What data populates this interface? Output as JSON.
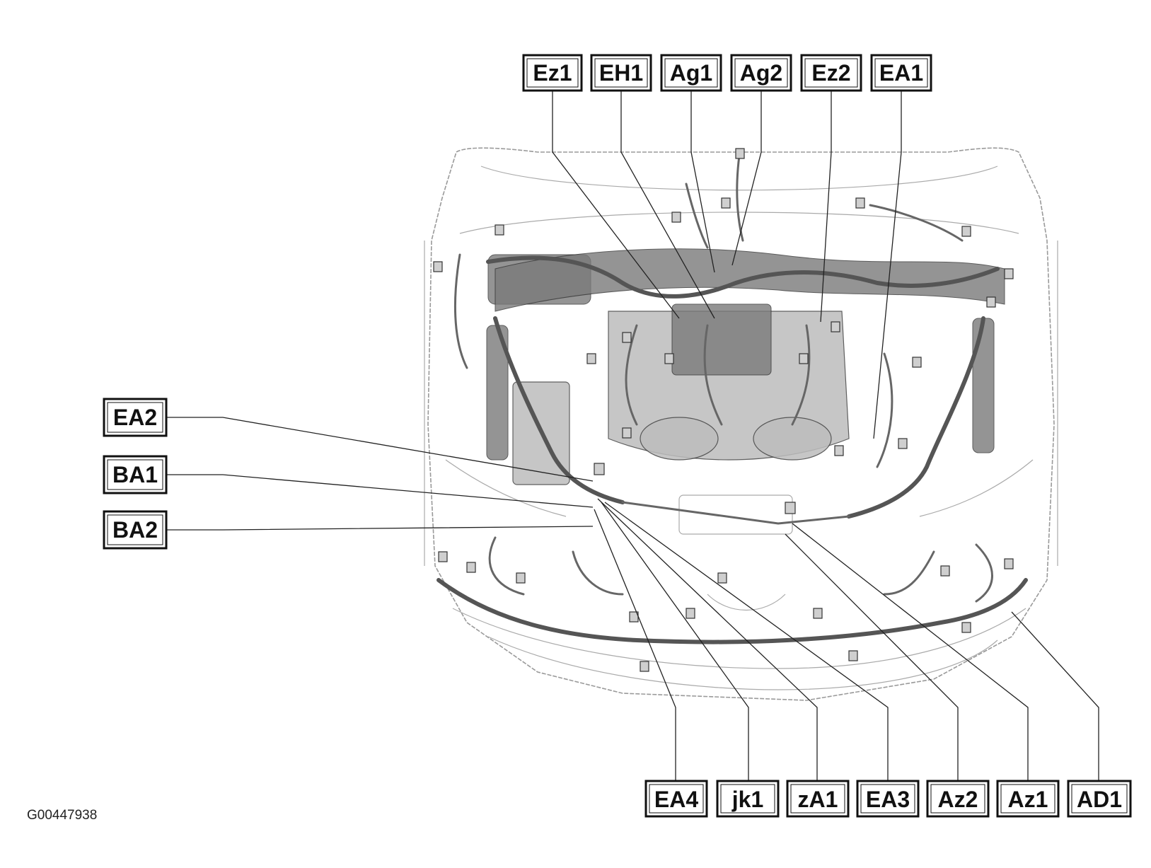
{
  "figure_id": "G00447938",
  "callouts_top": [
    "Ez1",
    "EH1",
    "Ag1",
    "Ag2",
    "Ez2",
    "EA1"
  ],
  "callouts_left": [
    "EA2",
    "BA1",
    "BA2"
  ],
  "callouts_bottom": [
    "EA4",
    "jk1",
    "zA1",
    "EA3",
    "Az2",
    "Az1",
    "AD1"
  ]
}
